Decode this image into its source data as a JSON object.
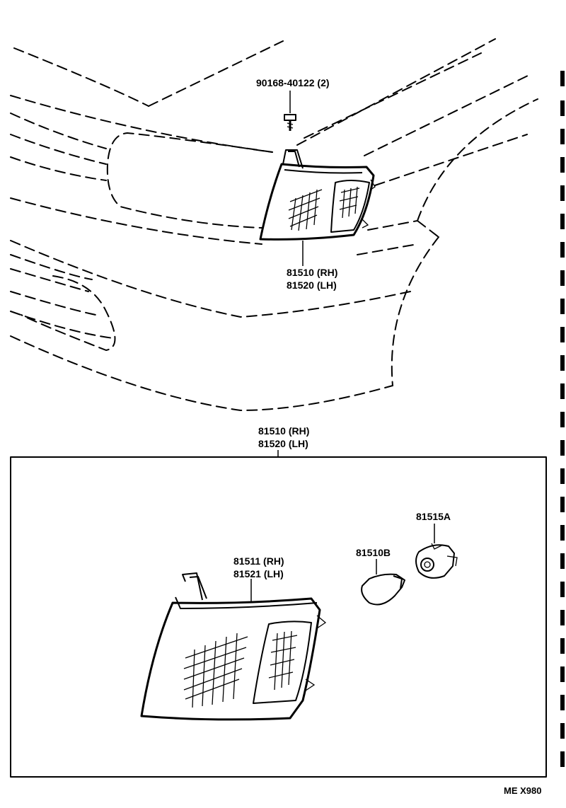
{
  "labels": {
    "screw_part": "90168-40122 (2)",
    "lamp_assy_rh_top": "81510 (RH)",
    "lamp_assy_lh_top": "81520 (LH)",
    "lamp_assy_rh_box": "81510 (RH)",
    "lamp_assy_lh_box": "81520 (LH)",
    "lens_rh": "81511 (RH)",
    "lens_lh": "81521 (LH)",
    "bulb": "81510B",
    "socket": "81515A"
  },
  "reference_code": "ME X980"
}
